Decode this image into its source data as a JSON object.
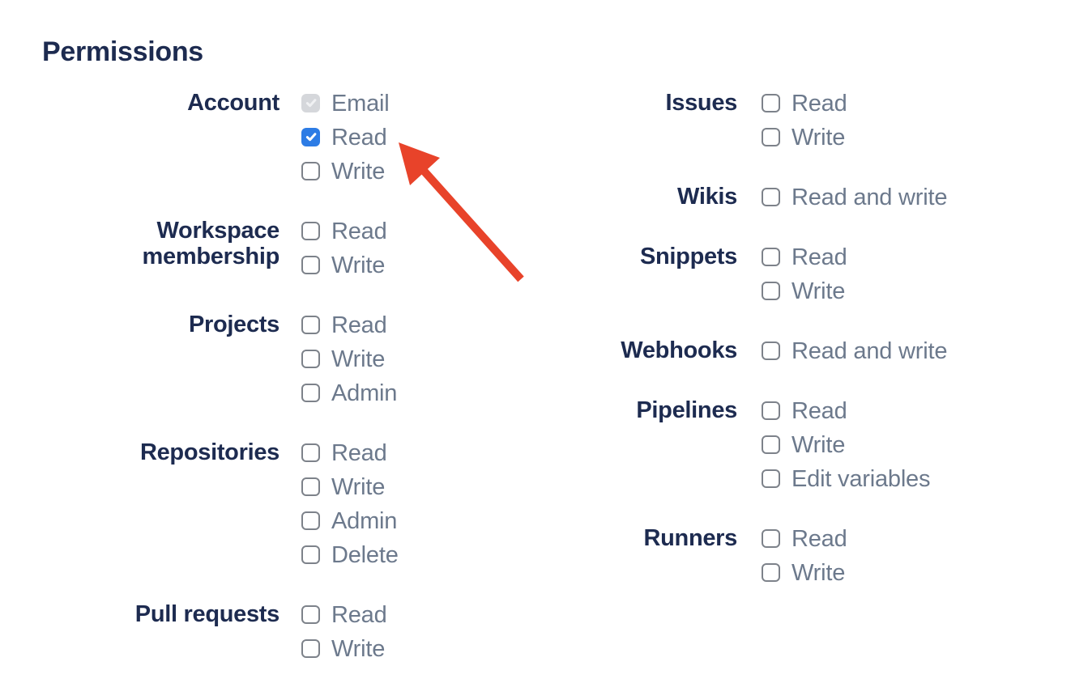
{
  "title": "Permissions",
  "colors": {
    "heading_navy": "#1D2B50",
    "label_gray": "#6C798C",
    "checkbox_border_gray": "#7D828A",
    "checked_blue": "#2D7CE5",
    "disabled_checkbox_fill": "#D5D7DB",
    "arrow_red": "#E8432A"
  },
  "groups": {
    "left": [
      {
        "name": "Account",
        "items": [
          {
            "label": "Email",
            "state": "checked-disabled"
          },
          {
            "label": "Read",
            "state": "checked"
          },
          {
            "label": "Write",
            "state": "unchecked"
          }
        ]
      },
      {
        "name": "Workspace membership",
        "items": [
          {
            "label": "Read",
            "state": "unchecked"
          },
          {
            "label": "Write",
            "state": "unchecked"
          }
        ]
      },
      {
        "name": "Projects",
        "items": [
          {
            "label": "Read",
            "state": "unchecked"
          },
          {
            "label": "Write",
            "state": "unchecked"
          },
          {
            "label": "Admin",
            "state": "unchecked"
          }
        ]
      },
      {
        "name": "Repositories",
        "items": [
          {
            "label": "Read",
            "state": "unchecked"
          },
          {
            "label": "Write",
            "state": "unchecked"
          },
          {
            "label": "Admin",
            "state": "unchecked"
          },
          {
            "label": "Delete",
            "state": "unchecked"
          }
        ]
      },
      {
        "name": "Pull requests",
        "items": [
          {
            "label": "Read",
            "state": "unchecked"
          },
          {
            "label": "Write",
            "state": "unchecked"
          }
        ]
      }
    ],
    "right": [
      {
        "name": "Issues",
        "items": [
          {
            "label": "Read",
            "state": "unchecked"
          },
          {
            "label": "Write",
            "state": "unchecked"
          }
        ]
      },
      {
        "name": "Wikis",
        "items": [
          {
            "label": "Read and write",
            "state": "unchecked"
          }
        ]
      },
      {
        "name": "Snippets",
        "items": [
          {
            "label": "Read",
            "state": "unchecked"
          },
          {
            "label": "Write",
            "state": "unchecked"
          }
        ]
      },
      {
        "name": "Webhooks",
        "items": [
          {
            "label": "Read and write",
            "state": "unchecked"
          }
        ]
      },
      {
        "name": "Pipelines",
        "items": [
          {
            "label": "Read",
            "state": "unchecked"
          },
          {
            "label": "Write",
            "state": "unchecked"
          },
          {
            "label": "Edit variables",
            "state": "unchecked"
          }
        ]
      },
      {
        "name": "Runners",
        "items": [
          {
            "label": "Read",
            "state": "unchecked"
          },
          {
            "label": "Write",
            "state": "unchecked"
          }
        ]
      }
    ]
  },
  "annotation": {
    "type": "arrow",
    "color": "#E8432A",
    "points_at": "Account Read checkbox"
  }
}
